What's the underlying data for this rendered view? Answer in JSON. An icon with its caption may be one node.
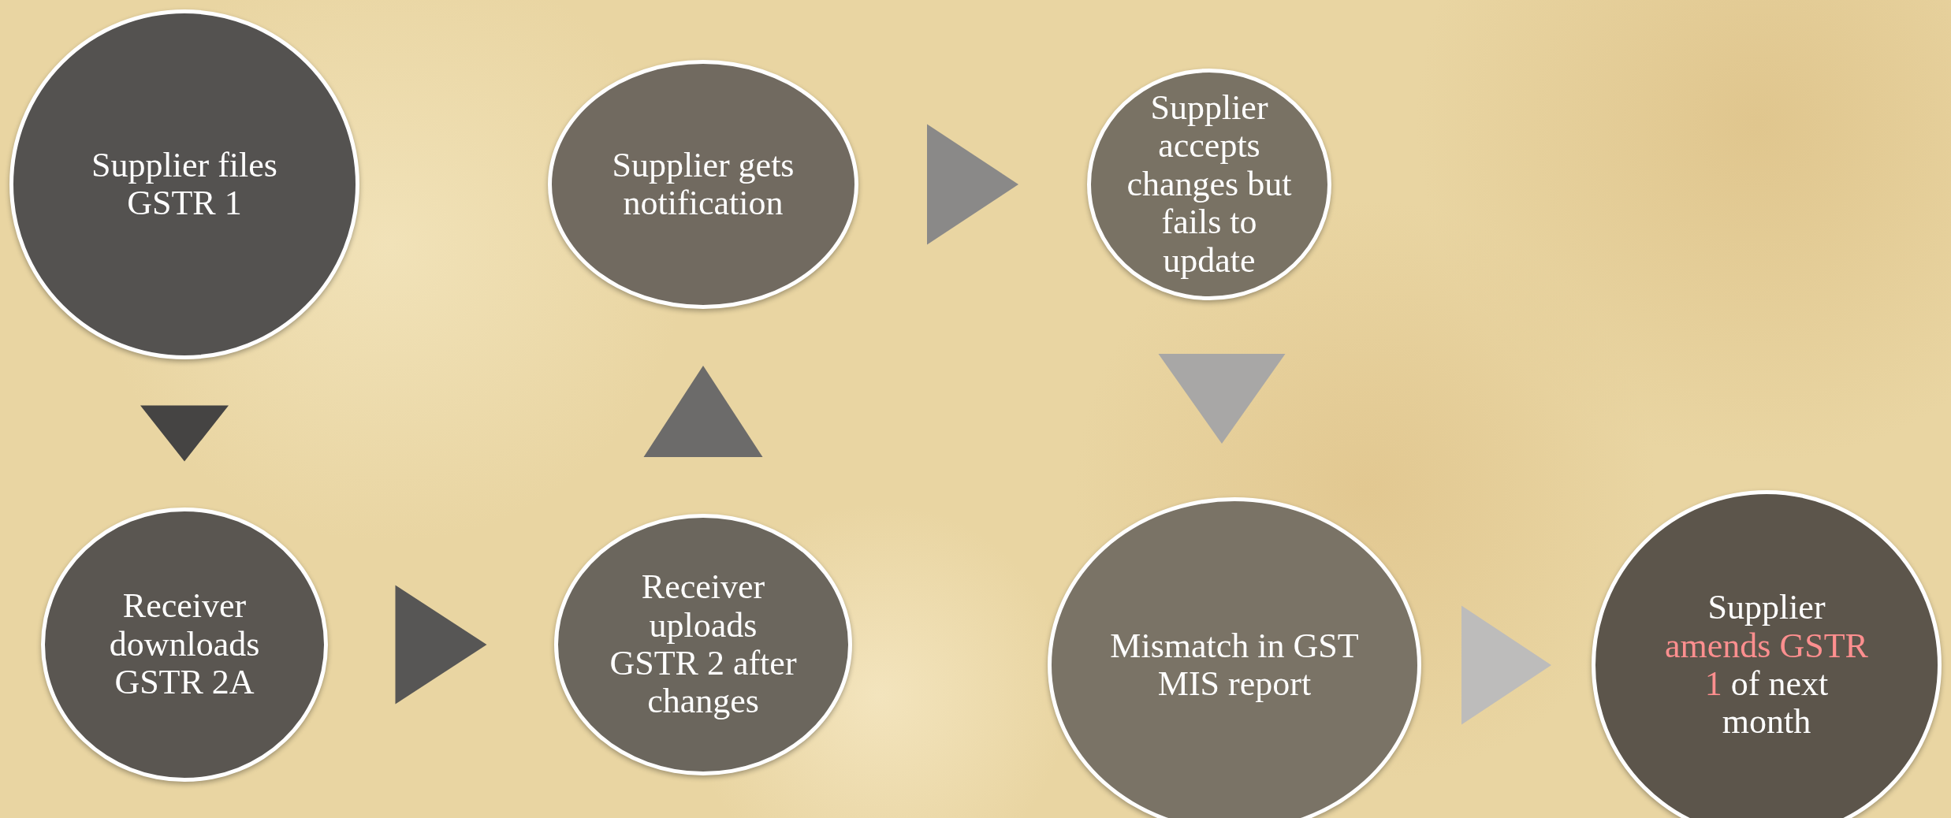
{
  "diagram": {
    "nodes": [
      {
        "text": [
          "Supplier files GSTR 1"
        ]
      },
      {
        "text": [
          "Receiver downloads GSTR 2A"
        ]
      },
      {
        "text": [
          "Receiver uploads GSTR 2 after changes"
        ]
      },
      {
        "text": [
          "Supplier gets notification"
        ]
      },
      {
        "text": [
          "Supplier accepts changes but fails to update"
        ]
      },
      {
        "text": [
          "Mismatch in GST MIS report"
        ]
      },
      {
        "text": [
          "Supplier **amends GSTR 1** of next month"
        ]
      }
    ],
    "edges": [
      {
        "from": 0,
        "to": 1,
        "arrow": "to",
        "color": "#454443"
      },
      {
        "from": 1,
        "to": 2,
        "arrow": "to",
        "color": "#575655"
      },
      {
        "from": 2,
        "to": 3,
        "arrow": "to",
        "color": "#6c6b6a"
      },
      {
        "from": 3,
        "to": 4,
        "arrow": "to",
        "color": "#8a8988"
      },
      {
        "from": 4,
        "to": 5,
        "arrow": "to",
        "color": "#a8a7a6"
      },
      {
        "from": 5,
        "to": 6,
        "arrow": "to",
        "color": "#bdbcbb"
      }
    ]
  }
}
